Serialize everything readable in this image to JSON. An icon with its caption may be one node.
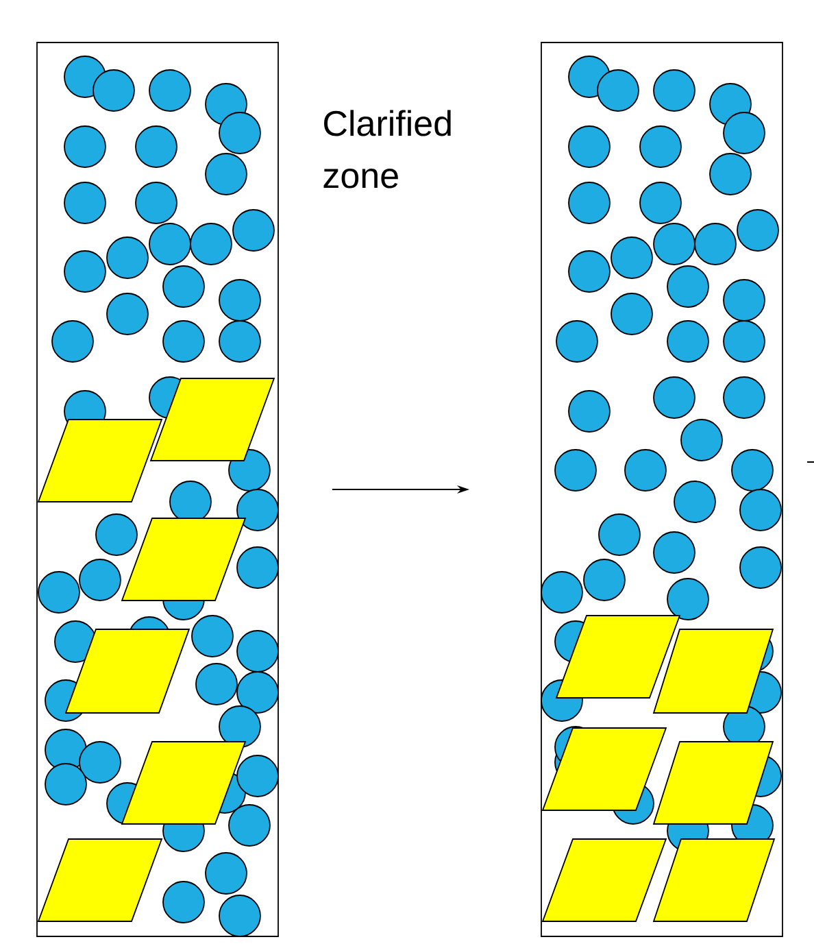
{
  "diagram": {
    "nodes": [
      {
        "text": [],
        "shape": "box"
      },
      {
        "text": [],
        "shape": "box"
      }
    ],
    "edges": [
      {
        "from": 0,
        "to": 1,
        "arrow": "to"
      }
    ],
    "labels": [
      "Clarified zone"
    ]
  }
}
